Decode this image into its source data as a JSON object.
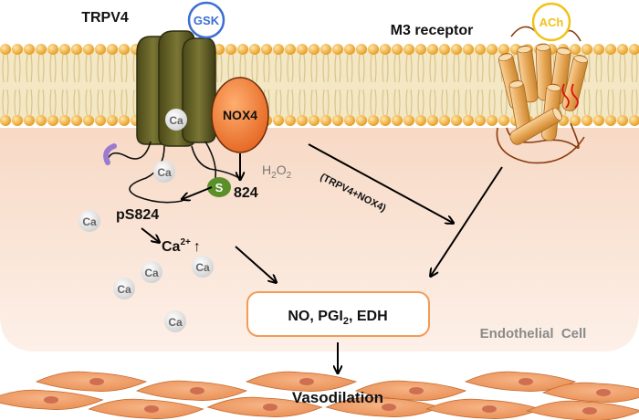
{
  "labels": {
    "trpv4": "TRPV4",
    "gsk": "GSK",
    "m3_receptor": "M3 receptor",
    "ach": "ACh",
    "nox4": "NOX4",
    "h2o2_main": "H",
    "h2o2_sub": "2",
    "h2o2_o": "O",
    "h2o2_sub2": "2",
    "s_badge": "S",
    "site_824": "824",
    "ps824": "pS824",
    "ca2_plus": "Ca",
    "ca2_sup": "2+",
    "up_arrow": "↑",
    "complex": "(TRPV4+NOX4)",
    "mediators_pre": "NO, PGI",
    "mediators_sub": "2",
    "mediators_post": ", EDH",
    "endothelial_cell": "Endothelial  Cell",
    "vasodilation": "Vasodilation",
    "ca_ion": "Ca"
  },
  "colors": {
    "membrane_head": "#f2b23a",
    "membrane_tail": "#e6d7a8",
    "cell_fill": "#fbe4d6",
    "channel": "#5c5a26",
    "channel_dark": "#3e3c18",
    "gsk_ring": "#3b6fd1",
    "ach_ring": "#f2c21a",
    "nox4_fill": "#f07a2a",
    "s_badge": "#5a8f2a",
    "receptor": "#e9b35a",
    "receptor_dark": "#8a3b10",
    "smooth_muscle": "#f0a06a",
    "nucleus": "#d77a5a",
    "ca_fill": "#e6e6e6",
    "ca_text": "#666666"
  }
}
